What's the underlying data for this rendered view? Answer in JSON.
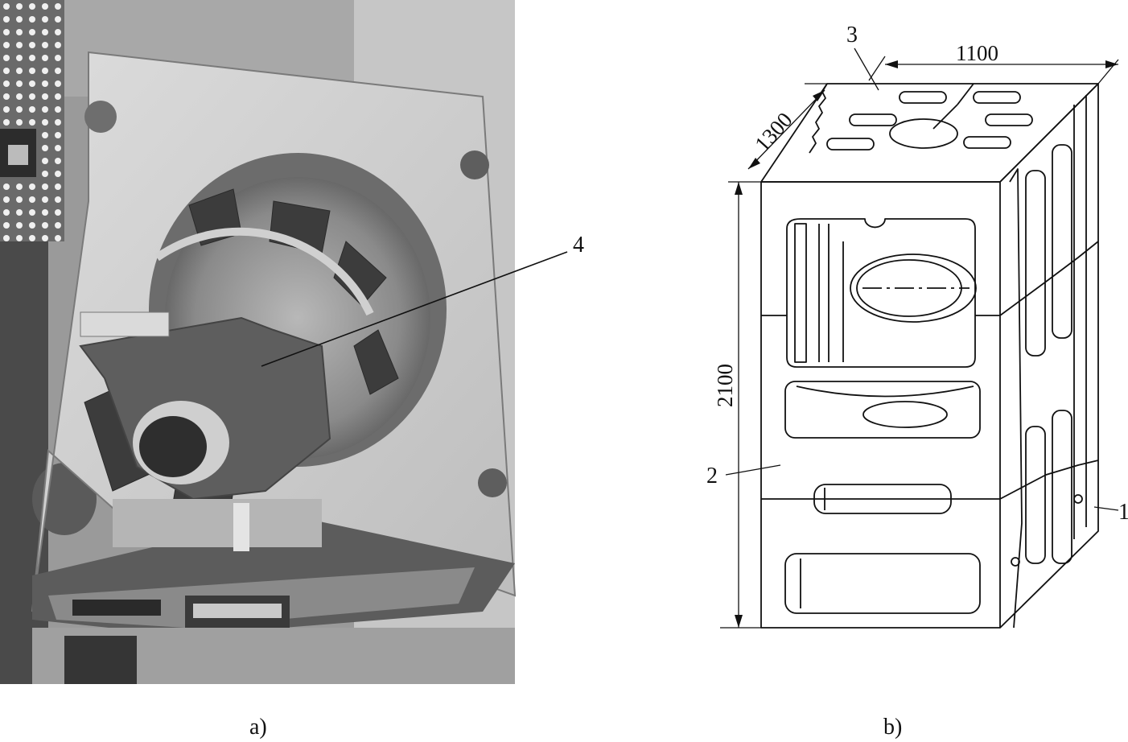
{
  "panel_a": {
    "caption": "a)",
    "callouts": [
      "4"
    ]
  },
  "panel_b": {
    "caption": "b)",
    "callouts": [
      "3",
      "2",
      "1"
    ],
    "dimensions": {
      "width": "1100",
      "depth": "1300",
      "height": "2100"
    }
  },
  "colors": {
    "line": "#111111",
    "photo_dark": "#3a3a3a",
    "photo_mid": "#8e8e8e",
    "photo_light": "#d4d4d4"
  }
}
